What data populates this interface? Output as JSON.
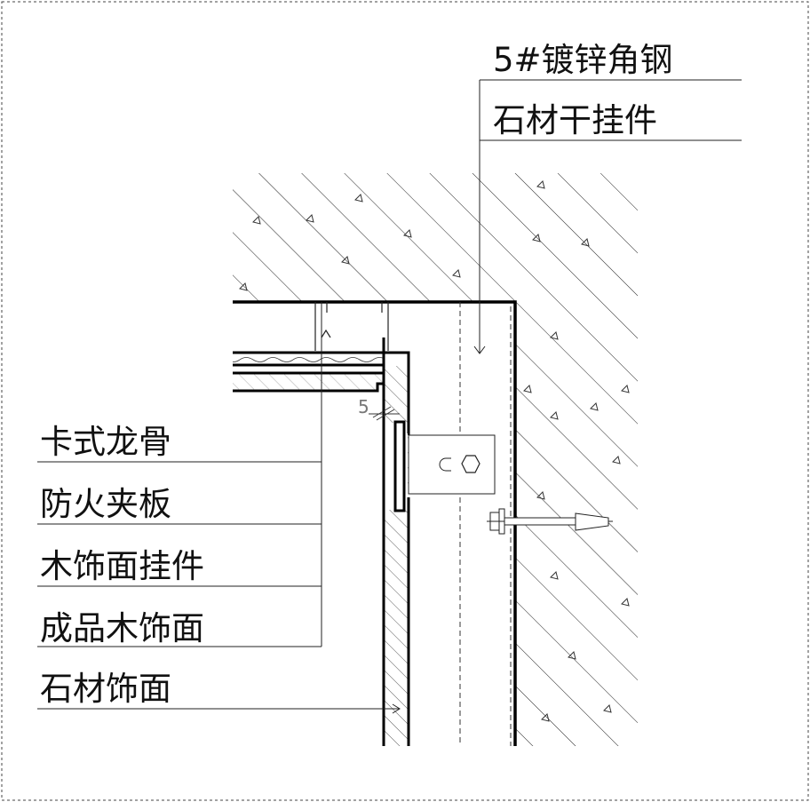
{
  "title": "石材与木饰面阳角节点",
  "labels_top": [
    "5#镀锌角钢",
    "石材干挂件"
  ],
  "labels_left": [
    "卡式龙骨",
    "防火夹板",
    "木饰面挂件",
    "成品木饰面",
    "石材饰面"
  ],
  "dimension": "5"
}
